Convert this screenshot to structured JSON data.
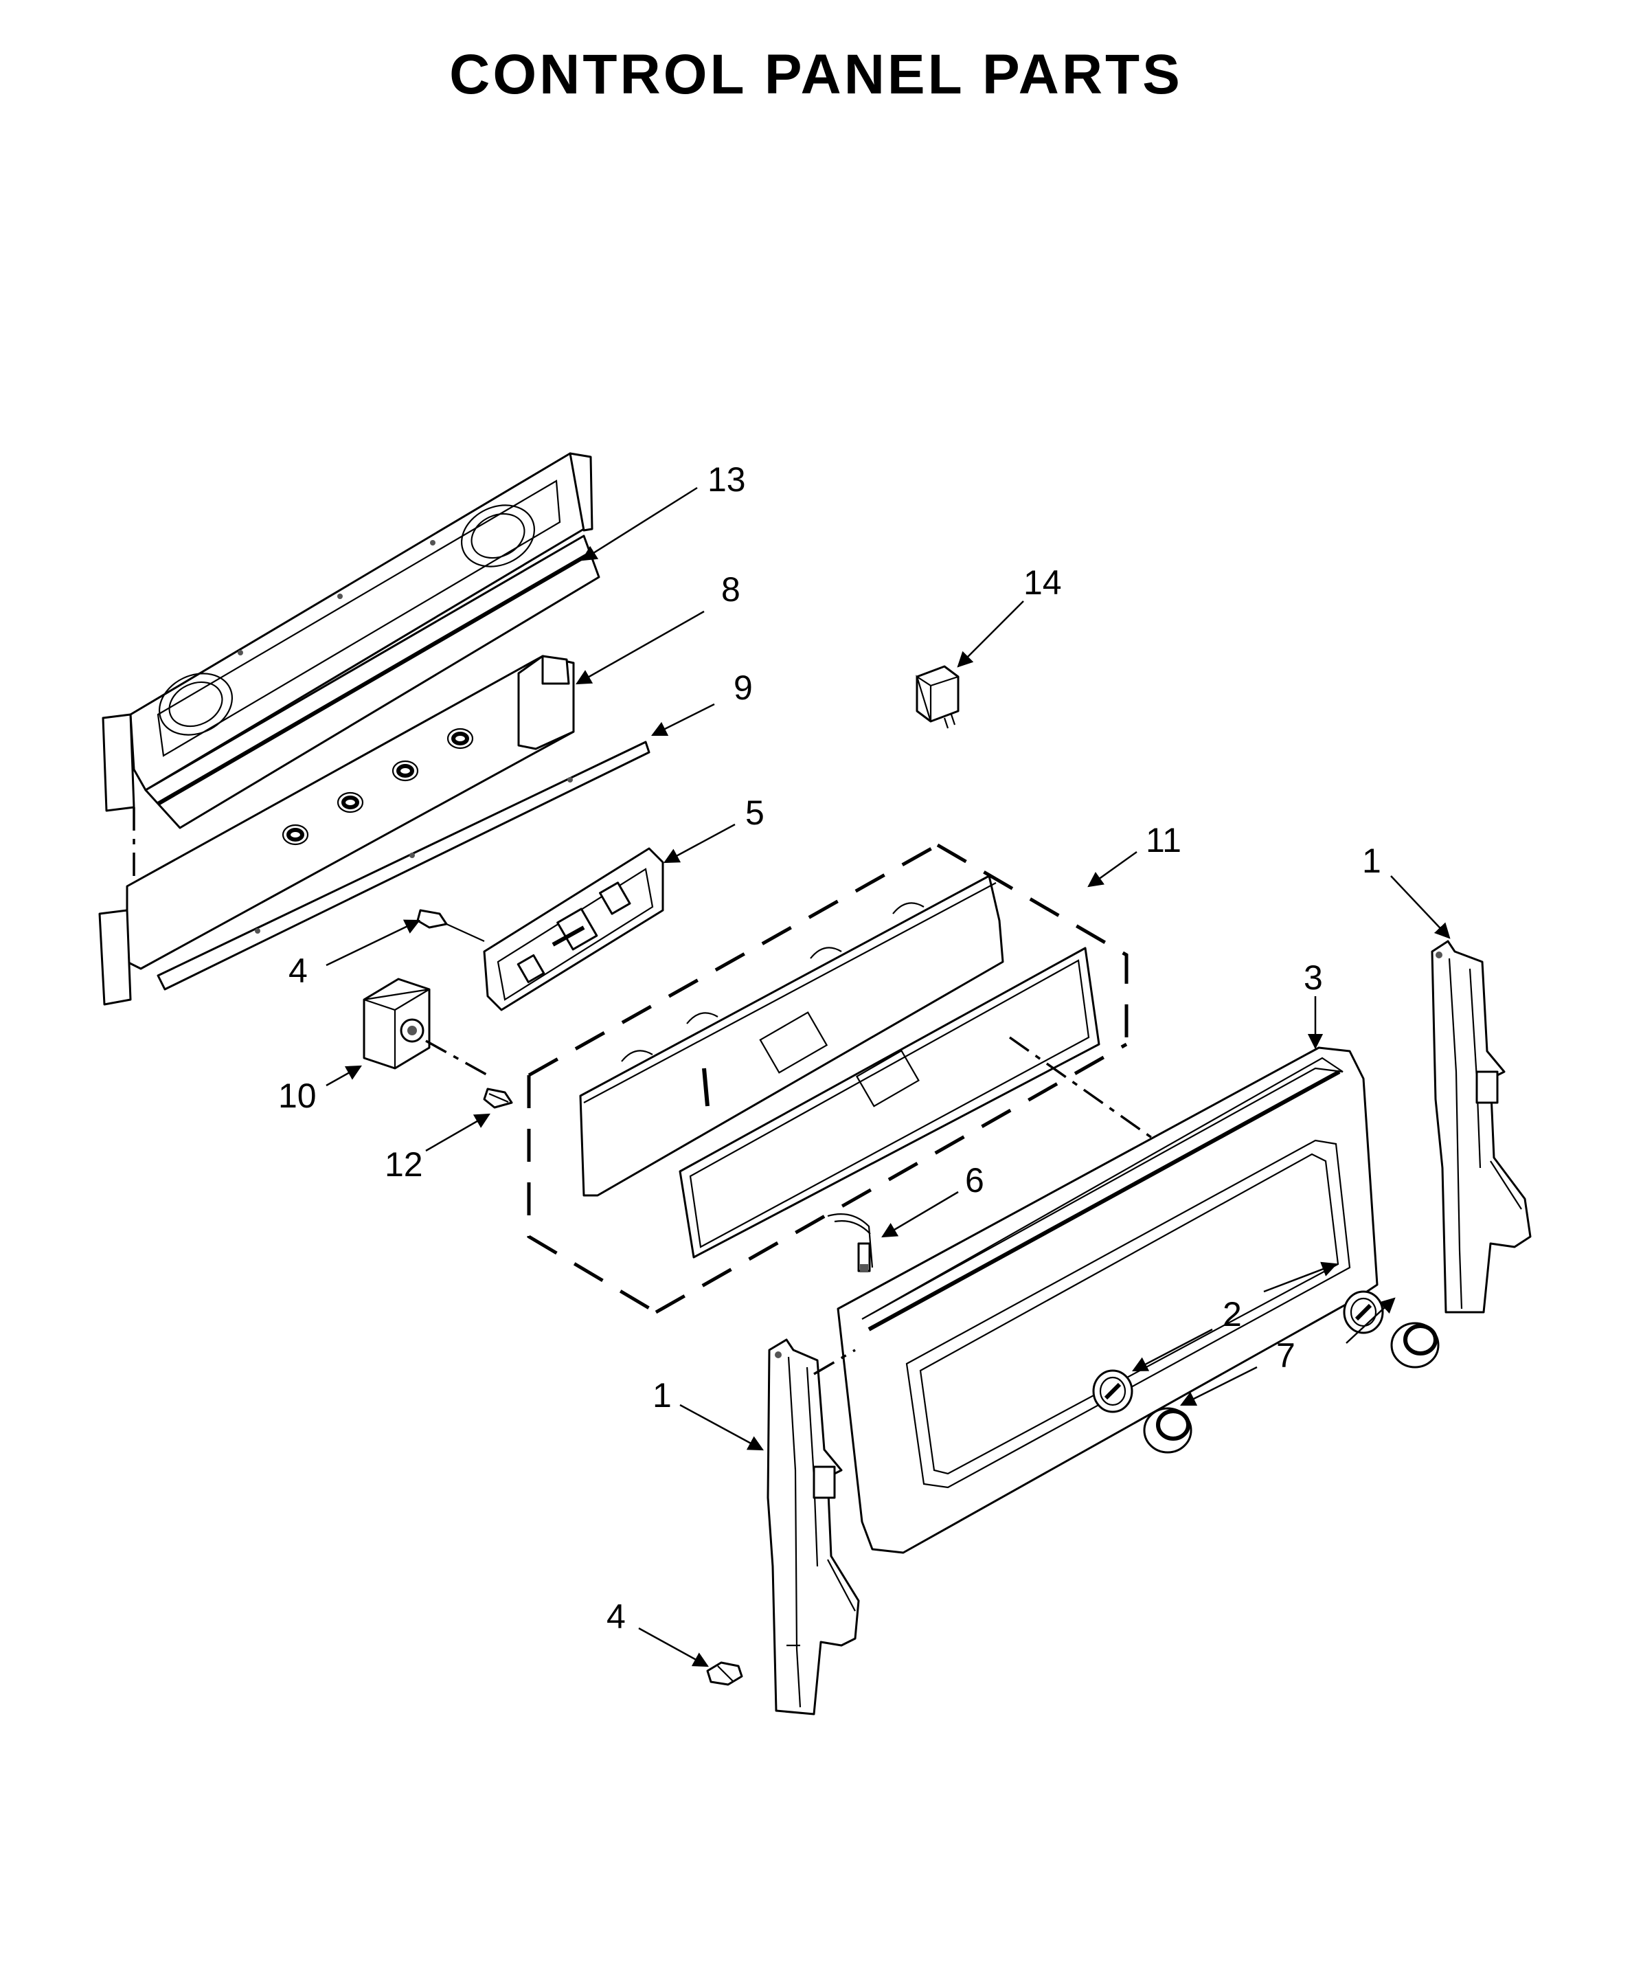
{
  "title": "CONTROL PANEL PARTS",
  "callouts": [
    {
      "id": "13",
      "label": "13"
    },
    {
      "id": "8",
      "label": "8"
    },
    {
      "id": "9",
      "label": "9"
    },
    {
      "id": "14",
      "label": "14"
    },
    {
      "id": "5",
      "label": "5"
    },
    {
      "id": "11",
      "label": "11"
    },
    {
      "id": "1a",
      "label": "1"
    },
    {
      "id": "3",
      "label": "3"
    },
    {
      "id": "4a",
      "label": "4"
    },
    {
      "id": "10",
      "label": "10"
    },
    {
      "id": "12",
      "label": "12"
    },
    {
      "id": "6",
      "label": "6"
    },
    {
      "id": "2",
      "label": "2"
    },
    {
      "id": "7",
      "label": "7"
    },
    {
      "id": "1b",
      "label": "1"
    },
    {
      "id": "4b",
      "label": "4"
    }
  ]
}
